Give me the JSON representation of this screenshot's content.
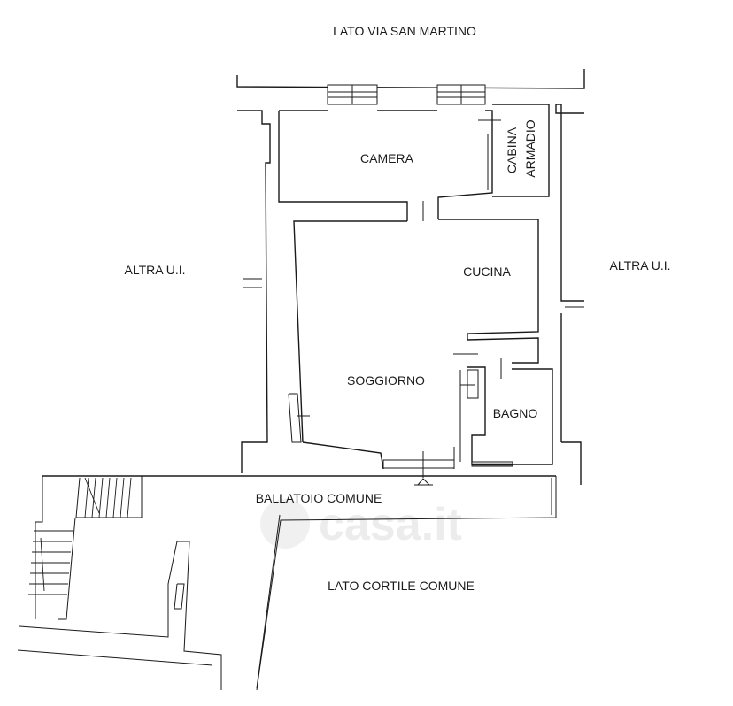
{
  "labels": {
    "top_side": "LATO VIA SAN MARTINO",
    "left_side": "ALTRA U.I.",
    "right_side": "ALTRA U.I.",
    "bottom_side": "LATO CORTILE COMUNE",
    "walkway": "BALLATOIO COMUNE"
  },
  "rooms": {
    "camera": "CAMERA",
    "cabina": "CABINA",
    "armadio": "ARMADIO",
    "cucina": "CUCINA",
    "soggiorno": "SOGGIORNO",
    "bagno": "BAGNO"
  },
  "watermark": "casa.it"
}
